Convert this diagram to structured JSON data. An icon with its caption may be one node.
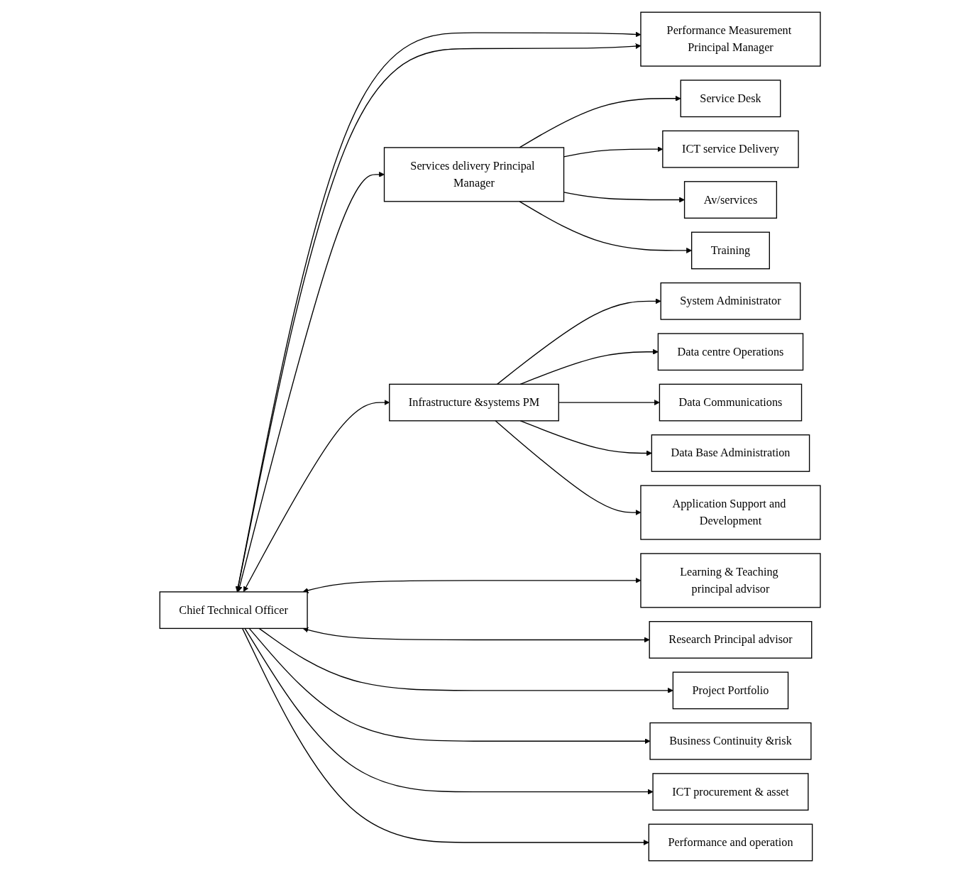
{
  "diagram": {
    "nodes": [
      {
        "text": [
          "Chief Technical Officer"
        ]
      },
      {
        "text": [
          "Performance Measurement Principal Manager"
        ]
      },
      {
        "text": [
          "Services delivery Principal Manager"
        ]
      },
      {
        "text": [
          "Infrastructure &systems PM"
        ]
      },
      {
        "text": [
          "Learning & Teaching principal advisor"
        ]
      },
      {
        "text": [
          "Research Principal advisor"
        ]
      },
      {
        "text": [
          "Project Portfolio"
        ]
      },
      {
        "text": [
          "Business Continuity &risk"
        ]
      },
      {
        "text": [
          "ICT procurement & asset"
        ]
      },
      {
        "text": [
          "Performance and operation"
        ]
      },
      {
        "text": [
          "Service Desk"
        ]
      },
      {
        "text": [
          "ICT service Delivery"
        ]
      },
      {
        "text": [
          "Av/services"
        ]
      },
      {
        "text": [
          "Training"
        ]
      },
      {
        "text": [
          "System Administrator"
        ]
      },
      {
        "text": [
          "Data centre Operations"
        ]
      },
      {
        "text": [
          "Data Communications"
        ]
      },
      {
        "text": [
          "Data Base Administration"
        ]
      },
      {
        "text": [
          "Application Support and Development"
        ]
      }
    ],
    "edges": [
      {
        "from": 0,
        "to": 1,
        "arrow": "both"
      },
      {
        "from": 0,
        "to": 2,
        "arrow": "both"
      },
      {
        "from": 0,
        "to": 3,
        "arrow": "both"
      },
      {
        "from": 0,
        "to": 4,
        "arrow": "both"
      },
      {
        "from": 0,
        "to": 5,
        "arrow": "both"
      },
      {
        "from": 0,
        "to": 1,
        "arrow": "to"
      },
      {
        "from": 0,
        "to": 6,
        "arrow": "to"
      },
      {
        "from": 0,
        "to": 7,
        "arrow": "to"
      },
      {
        "from": 0,
        "to": 8,
        "arrow": "to"
      },
      {
        "from": 0,
        "to": 9,
        "arrow": "to"
      },
      {
        "from": 2,
        "to": 10,
        "arrow": "to"
      },
      {
        "from": 2,
        "to": 11,
        "arrow": "to"
      },
      {
        "from": 2,
        "to": 12,
        "arrow": "to"
      },
      {
        "from": 2,
        "to": 13,
        "arrow": "to"
      },
      {
        "from": 3,
        "to": 14,
        "arrow": "to"
      },
      {
        "from": 3,
        "to": 15,
        "arrow": "to"
      },
      {
        "from": 3,
        "to": 16,
        "arrow": "to"
      },
      {
        "from": 3,
        "to": 17,
        "arrow": "to"
      },
      {
        "from": 3,
        "to": 18,
        "arrow": "to"
      }
    ]
  }
}
